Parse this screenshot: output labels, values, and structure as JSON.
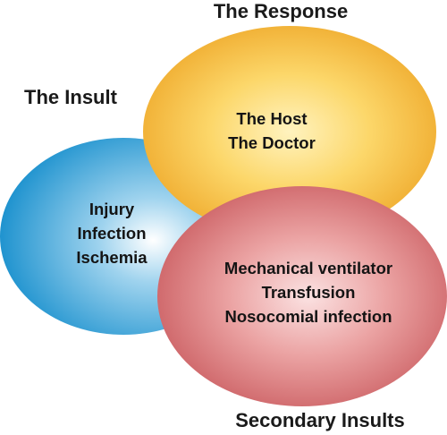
{
  "labels": {
    "response": "The Response",
    "insult": "The Insult",
    "secondary": "Secondary Insults"
  },
  "circles": {
    "host": {
      "lines": [
        "The Host",
        "The Doctor"
      ],
      "color_center": "#fff3bf",
      "color_edge": "#eda323"
    },
    "insult": {
      "lines": [
        "Injury",
        "Infection",
        "Ischemia"
      ],
      "color_center": "#ffffff",
      "color_edge": "#1f93cf"
    },
    "secondary": {
      "lines": [
        "Mechanical ventilator",
        "Transfusion",
        "Nosocomial infection"
      ],
      "color_center": "#fbe2e2",
      "color_edge": "#c8585c"
    }
  }
}
